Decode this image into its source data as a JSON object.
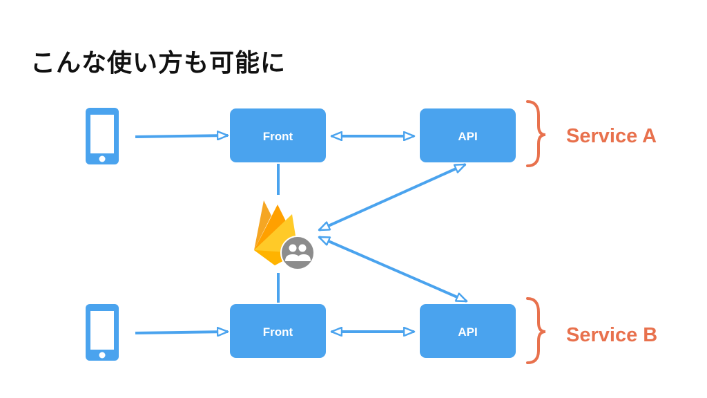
{
  "title": "こんな使い方も可能に",
  "colors": {
    "box": "#4aa3ee",
    "arrow": "#4aa3ee",
    "service_label": "#e8714d",
    "firebase_dark": "#f5a623",
    "firebase_light": "#ffca28",
    "badge": "#8c8c8c"
  },
  "service_a": {
    "front_label": "Front",
    "api_label": "API",
    "service_label": "Service A"
  },
  "service_b": {
    "front_label": "Front",
    "api_label": "API",
    "service_label": "Service B"
  },
  "icons": [
    "smartphone-icon",
    "firebase-icon",
    "users-icon"
  ]
}
